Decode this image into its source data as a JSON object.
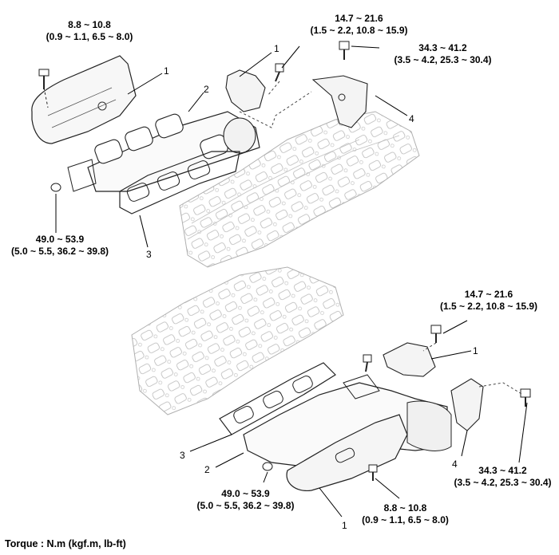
{
  "torques": {
    "top_left": {
      "nm": "8.8 ~ 10.8",
      "alt": "(0.9 ~ 1.1, 6.5 ~ 8.0)"
    },
    "top_mid": {
      "nm": "14.7 ~ 21.6",
      "alt": "(1.5 ~ 2.2, 10.8 ~ 15.9)"
    },
    "top_right": {
      "nm": "34.3 ~ 41.2",
      "alt": "(3.5 ~ 4.2, 25.3 ~ 30.4)"
    },
    "upper_nut": {
      "nm": "49.0 ~ 53.9",
      "alt": "(5.0 ~ 5.5, 36.2 ~ 39.8)"
    },
    "lower_bolt": {
      "nm": "14.7 ~ 21.6",
      "alt": "(1.5 ~ 2.2, 10.8 ~ 15.9)"
    },
    "lower_right": {
      "nm": "34.3 ~ 41.2",
      "alt": "(3.5 ~ 4.2, 25.3 ~ 30.4)"
    },
    "lower_nut": {
      "nm": "49.0 ~ 53.9",
      "alt": "(5.0 ~ 5.5, 36.2 ~ 39.8)"
    },
    "lower_shield": {
      "nm": "8.8 ~ 10.8",
      "alt": "(0.9 ~ 1.1, 6.5 ~ 8.0)"
    }
  },
  "callouts": {
    "top_shield": "1",
    "top_heatshield": "1",
    "top_manifold": "2",
    "top_gasket": "3",
    "top_bracket": "4",
    "bot_heatshield": "1",
    "bot_shield": "1",
    "bot_manifold": "2",
    "bot_gasket": "3",
    "bot_bracket": "4"
  },
  "footer": "Torque : N.m (kgf.m, lb-ft)"
}
